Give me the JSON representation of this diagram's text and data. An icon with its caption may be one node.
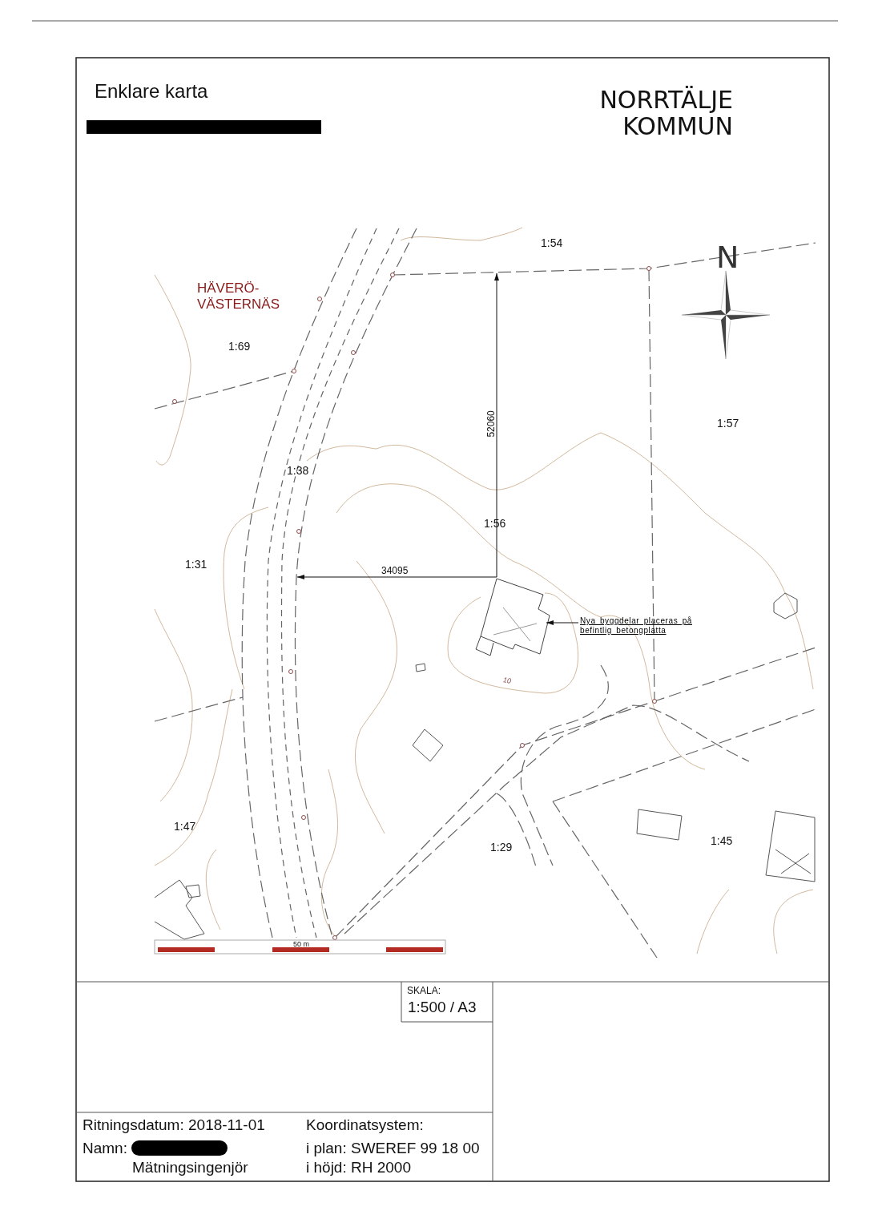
{
  "diagram": {
    "nodes": [
      {
        "text": [
          "Nya byggdelar placeras på befintlig betongplatta"
        ]
      },
      {
        "text": [],
        "shape": "picture"
      }
    ],
    "edges": [
      {
        "from": 0,
        "to": 1,
        "arrow": "to"
      }
    ],
    "labels": [
      "Enklare karta",
      "NORRTÄLJE KOMMUN",
      "HÄVERÖ- VÄSTERNÄS",
      "1:54",
      "1:69",
      "1:57",
      "1:38",
      "1:56",
      "1:31",
      "1:47",
      "1:29",
      "1:45",
      "N",
      "52060",
      "34095",
      "10",
      "50 m",
      "SKALA:",
      "1:500 / A3",
      "Ritningsdatum: 2018-11-01",
      "Namn:",
      "Mätningsingenjör",
      "Koordinatsystem:",
      "i plan:",
      "SWEREF 99 18 00",
      "i höjd:",
      "RH 2000"
    ]
  }
}
